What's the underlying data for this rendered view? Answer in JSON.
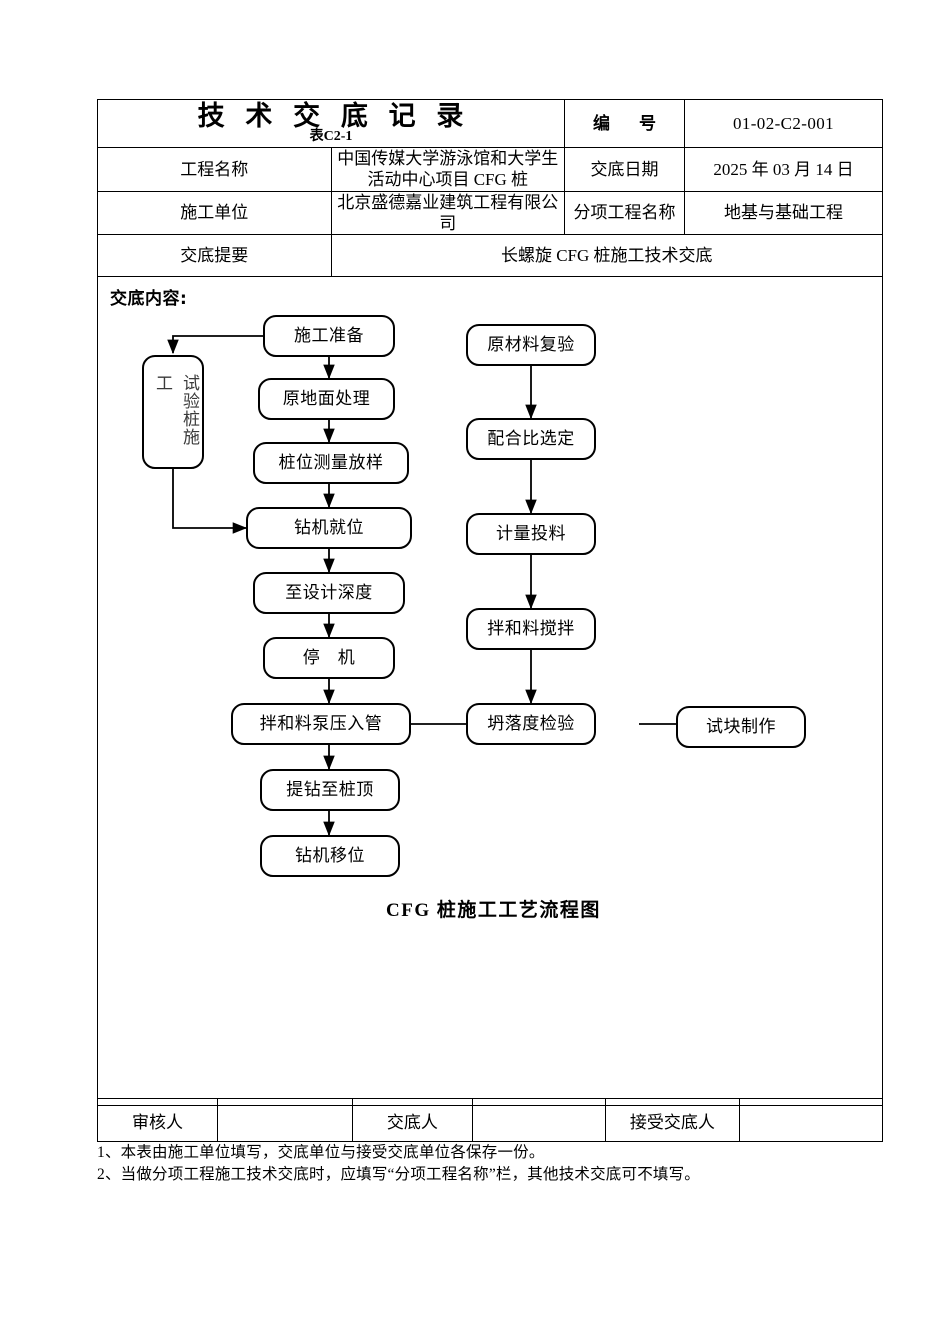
{
  "document": {
    "title": "技 术 交 底 记 录",
    "subtitle": "表C2-1",
    "number_label": "编　号",
    "number_value": "01-02-C2-001",
    "rows": [
      {
        "label": "工程名称",
        "value": "中国传媒大学游泳馆和大学生活动中心项目 CFG 桩",
        "label2": "交底日期",
        "value2": "2025 年 03 月 14 日"
      },
      {
        "label": "施工单位",
        "value": "北京盛德嘉业建筑工程有限公司",
        "label2": "分项工程名称",
        "value2": "地基与基础工程"
      }
    ],
    "summary_label": "交底提要",
    "summary_value": "长螺旋 CFG 桩施工技术交底",
    "content_label": "交底内容:"
  },
  "flowchart": {
    "caption": "CFG 桩施工工艺流程图",
    "test_pile_box": {
      "line1": "工",
      "line2": "试验桩施"
    },
    "left_column": [
      {
        "label": "施工准备"
      },
      {
        "label": "原地面处理"
      },
      {
        "label": "桩位测量放样"
      },
      {
        "label": "钻机就位"
      },
      {
        "label": "至设计深度"
      },
      {
        "label": "停　机"
      },
      {
        "label": "拌和料泵压入管"
      },
      {
        "label": "提钻至桩顶"
      },
      {
        "label": "钻机移位"
      }
    ],
    "right_column": [
      {
        "label": "原材料复验"
      },
      {
        "label": "配合比选定"
      },
      {
        "label": "计量投料"
      },
      {
        "label": "拌和料搅拌"
      },
      {
        "label": "坍落度检验"
      }
    ],
    "side_box": {
      "label": "试块制作"
    }
  },
  "signatures": {
    "reviewer_label": "审核人",
    "reviewer_value": "",
    "presenter_label": "交底人",
    "presenter_value": "",
    "receiver_label": "接受交底人",
    "receiver_value": ""
  },
  "notes": [
    "1、本表由施工单位填写，交底单位与接受交底单位各保存一份。",
    "2、当做分项工程施工技术交底时，应填写“分项工程名称”栏，其他技术交底可不填写。"
  ]
}
